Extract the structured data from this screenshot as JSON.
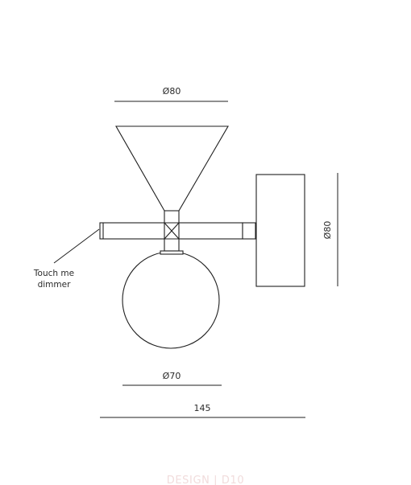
{
  "dimensions": {
    "shade_diameter": "Ø80",
    "globe_diameter": "Ø70",
    "backplate_diameter": "Ø80",
    "overall_length": "145"
  },
  "annotations": {
    "dimmer_line1": "Touch me",
    "dimmer_line2": "dimmer"
  },
  "watermark": "DESIGN | D10",
  "colors": {
    "line": "#1f1f1f",
    "watermark": "#f1dcdc"
  }
}
